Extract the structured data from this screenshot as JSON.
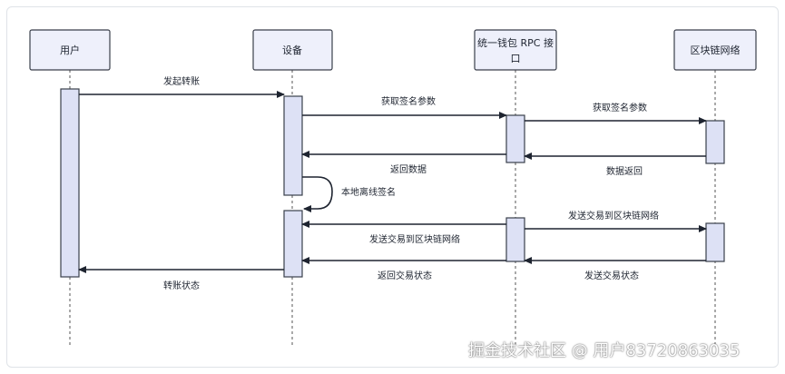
{
  "participants": [
    {
      "id": "user",
      "label": "用户"
    },
    {
      "id": "device",
      "label": "设备"
    },
    {
      "id": "rpc",
      "label_line1": "统一钱包 RPC 接",
      "label_line2": "口"
    },
    {
      "id": "chain",
      "label": "区块链网络"
    }
  ],
  "messages": [
    {
      "id": "initiate-transfer",
      "label": "发起转账"
    },
    {
      "id": "get-sign-params-1",
      "label": "获取签名参数"
    },
    {
      "id": "get-sign-params-2",
      "label": "获取签名参数"
    },
    {
      "id": "data-return",
      "label": "数据返回"
    },
    {
      "id": "return-data",
      "label": "返回数据"
    },
    {
      "id": "local-offline-sign",
      "label": "本地离线签名"
    },
    {
      "id": "send-tx-1",
      "label": "发送交易到区块链网络"
    },
    {
      "id": "send-tx-2",
      "label": "发送交易到区块链网络"
    },
    {
      "id": "send-tx-status",
      "label": "发送交易状态"
    },
    {
      "id": "return-tx-status",
      "label": "返回交易状态"
    },
    {
      "id": "transfer-status",
      "label": "转账状态"
    }
  ],
  "watermark": "掘金技术社区 @ 用户83720863035"
}
